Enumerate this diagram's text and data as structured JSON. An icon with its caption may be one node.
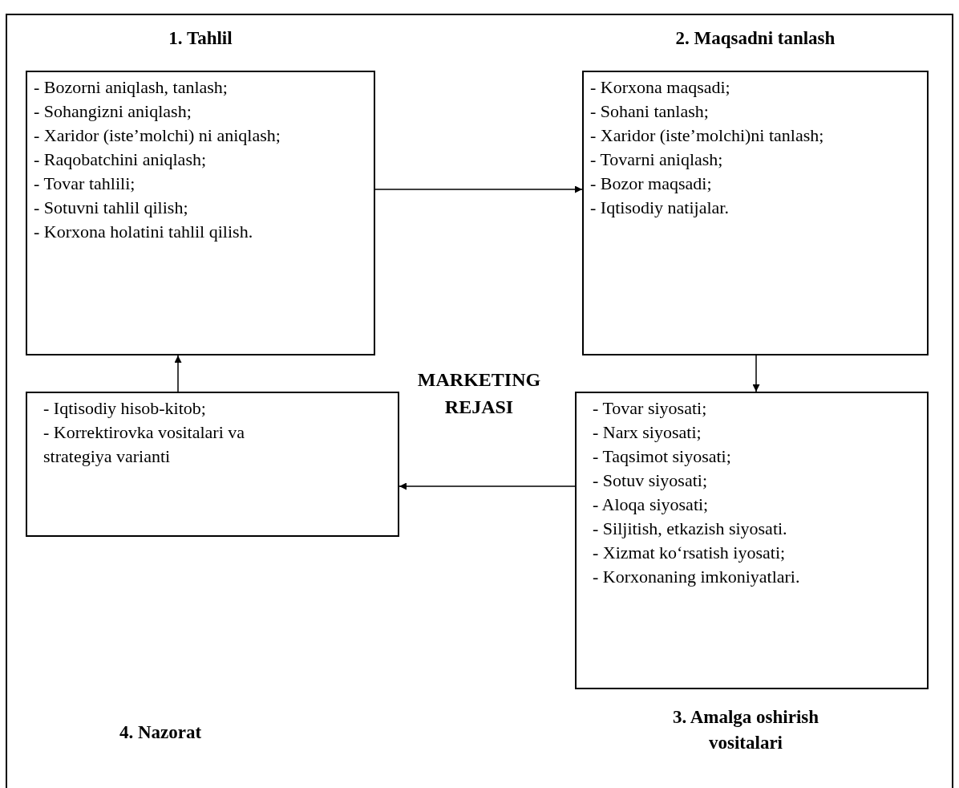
{
  "diagram": {
    "nodes": [
      {
        "text": [
          "1. Tahlil",
          "- Bozorni aniqlash, tanlash;",
          "- Sohangizni aniqlash;",
          "- Xaridor (iste’molchi) ni aniqlash;",
          "- Raqobatchini aniqlash;",
          "- Tovar tahlili;",
          "- Sotuvni tahlil qilish;",
          "- Korxona holatini tahlil qilish."
        ]
      },
      {
        "text": [
          "2. Maqsadni tanlash",
          "- Korxona maqsadi;",
          "- Sohani tanlash;",
          "- Xaridor (iste’molchi)ni tanlash;",
          "- Tovarni aniqlash;",
          "- Bozor maqsadi;",
          "- Iqtisodiy natijalar."
        ]
      },
      {
        "text": [
          "- Tovar siyosati;",
          "- Narx siyosati;",
          "- Taqsimot siyosati;",
          "- Sotuv siyosati;",
          "- Aloqa siyosati;",
          "- Siljitish, etkazish siyosati.",
          "- Xizmat ko‘rsatish iyosati;",
          "- Korxonaning imkoniyatlari.",
          "3. Amalga oshirish vositalari"
        ]
      },
      {
        "text": [
          "- Iqtisodiy hisob-kitob;",
          "- Korrektirovka vositalari va strategiya varianti"
        ]
      }
    ],
    "edges": [
      {
        "from": 0,
        "to": 1,
        "arrow": "to"
      },
      {
        "from": 1,
        "to": 2,
        "arrow": "to"
      },
      {
        "from": 2,
        "to": 3,
        "arrow": "to"
      },
      {
        "from": 3,
        "to": 0,
        "arrow": "to"
      }
    ],
    "labels": [
      "MARKETING REJASI",
      "4. Nazorat"
    ]
  }
}
